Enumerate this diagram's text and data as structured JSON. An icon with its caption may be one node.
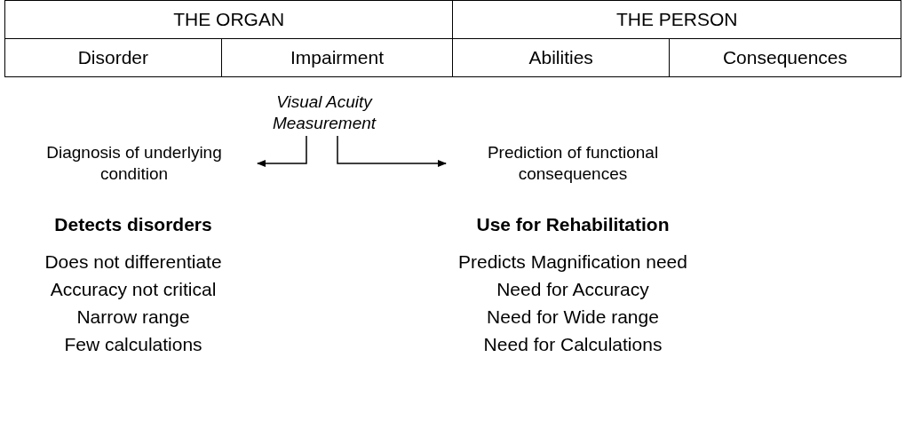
{
  "diagram": {
    "nodes": [
      {
        "text": [
          "Visual Acuity Measurement"
        ]
      },
      {
        "text": [
          "Diagnosis of underlying condition"
        ]
      },
      {
        "text": [
          "Prediction of functional consequences"
        ]
      }
    ],
    "edges": [
      {
        "from": 0,
        "to": 1,
        "arrow": "to"
      },
      {
        "from": 0,
        "to": 2,
        "arrow": "to"
      }
    ],
    "labels": [
      "THE ORGAN",
      "THE PERSON",
      "Disorder",
      "Impairment",
      "Abilities",
      "Consequences",
      "Detects disorders",
      "Use for Rehabilitation",
      "Does not differentiate",
      "Predicts Magnification need",
      "Accuracy not critical",
      "Need for Accuracy",
      "Narrow range",
      "Need for Wide range",
      "Few calculations",
      "Need for Calculations"
    ]
  }
}
